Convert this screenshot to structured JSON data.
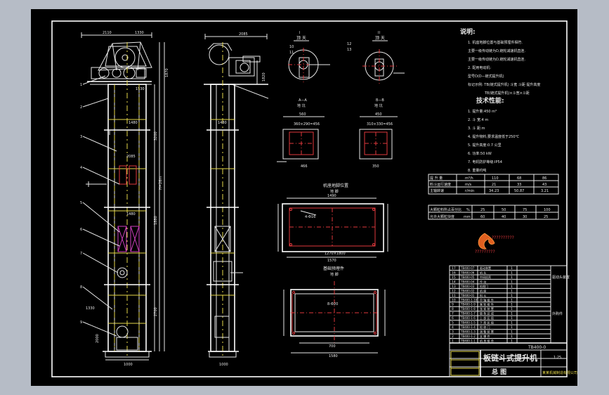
{
  "drawing": {
    "dimensions": {
      "top_width": "2110",
      "top_width_right": "2085",
      "bottom_width": "1000",
      "height_right": "1870",
      "h_a": "1330",
      "h_b": "1530",
      "h_c": "1480",
      "h_d": "1880",
      "h_e": "2700",
      "h_f": "3200",
      "h_g": "2000",
      "h_total": "H=26m",
      "h_side": "1820"
    },
    "part_numbers": [
      "1",
      "2",
      "3",
      "4",
      "5",
      "6",
      "7",
      "8",
      "9"
    ],
    "view_i": {
      "label": "I",
      "name": "顶 天"
    },
    "view_ii": {
      "label": "II",
      "name": "顶 天"
    },
    "section_a": {
      "label": "A—A",
      "name": "地 坑",
      "dim_top": "560",
      "dim_inner": "360×290=456",
      "dim_bottom": "466"
    },
    "section_b": {
      "label": "B—B",
      "name": "地 坑",
      "dim_top": "450",
      "dim_inner": "310×330=456",
      "dim_bottom": "350"
    },
    "pit_top": {
      "title": "机座地脚位置",
      "sub": "地 脚",
      "dim_top": "1490",
      "dim_bottom": "1570",
      "dim_inner": "1270×1800",
      "hole": "4-Φ16"
    },
    "pit_bottom": {
      "title": "基础预埋件",
      "sub": "地 脚",
      "dim_bottom": "1580",
      "dim_mid": "700",
      "hole": "8-Φ20"
    }
  },
  "notes": {
    "title": "说明:",
    "lines": [
      "1. 机座地脚位置与基础预埋件相符.",
      "主要一级传动链为D,链轮减速机直连.",
      "主要一级传动链为D,链轮减速机直连.",
      "2. 配用电动机:",
      "型号D(D—链式提升机)",
      "标记示例: TB(链式提升机) 斗宽 斗距 提升高度",
      "TB(链式提升机)×斗宽×斗距"
    ]
  },
  "specs": {
    "title": "技术性能:",
    "lines": [
      "1. 提升量:450 m³",
      "2. 斗 宽:4 m",
      "3. 斗 距:m",
      "4. 提升物料,要求温度低于250℃",
      "5. 提升高度:0.7 公里",
      "6. 功率:50 kW",
      "7. 电机防护等级:IP54",
      "8. 重量约吨"
    ]
  },
  "perf_table": {
    "rows": [
      {
        "label": "提 升 量",
        "unit": "m³/h",
        "vals": [
          "110",
          "68",
          "86"
        ]
      },
      {
        "label": "料斗运行速度",
        "unit": "m/s",
        "vals": [
          "21",
          "33",
          "43"
        ]
      },
      {
        "label": "主轴转速",
        "unit": "r/min",
        "vals": [
          "34.23",
          "50.87",
          "3.21"
        ]
      }
    ]
  },
  "particle_table": {
    "rows": [
      {
        "label": "大颗粒料所占百分比",
        "unit": "%",
        "vals": [
          "25",
          "50",
          "75",
          "100"
        ]
      },
      {
        "label": "允许大颗粒块度",
        "unit": "mm",
        "vals": [
          "60",
          "40",
          "30",
          "25"
        ]
      }
    ]
  },
  "logo": {
    "text_line1": "??????????",
    "text_line2": "?????????"
  },
  "bom": {
    "codes": [
      "TB400-07",
      "TB400-06",
      "TB400-05",
      "TB400-04",
      "TB400-03",
      "TB400-02",
      "TB400-01",
      "TB400-1-10",
      "TB400-1-9",
      "TB400-1-8",
      "TB400-1-7",
      "TB400-1-6",
      "TB400-1-5",
      "TB400-1-4",
      "TB400-1-3",
      "TB400-1-2",
      "TB400-1-1"
    ],
    "names": [
      "驱动装置",
      "机 头",
      "中间机壳",
      "传 动",
      "检视门",
      "机 座",
      "料 斗",
      "中 轴 组 件",
      "尾 轮 组 件",
      "张 紧 装 置",
      "链 条 总 成",
      "上 部 区 段",
      "下 部 区 段",
      "检 修 门",
      "调 整 装 置",
      "支 撑 件",
      "机 身 组 合"
    ],
    "side": [
      "驱动头装置",
      "外购件"
    ],
    "model": "TB400-0",
    "machine_name": "板链斗式提升机",
    "drawing_name": "总 图",
    "sheet": "1:25",
    "company": "某某机械制造有限公司"
  }
}
